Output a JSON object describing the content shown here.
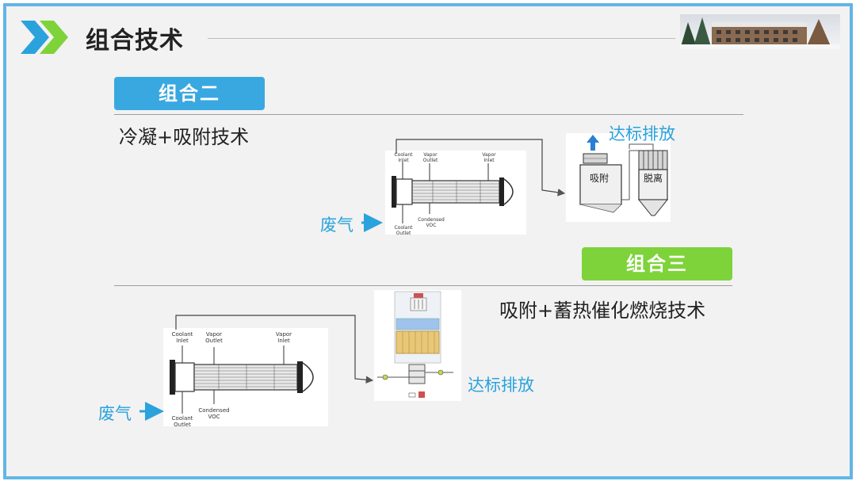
{
  "header": {
    "title": "组合技术"
  },
  "combo2": {
    "badge": "组合二",
    "subtitle": "冷凝+吸附技术",
    "waste_gas": "废气",
    "emission": "达标排放",
    "adsorb_label": "吸附",
    "desorb_label": "脱离"
  },
  "combo3": {
    "badge": "组合三",
    "subtitle": "吸附+蓄热催化燃烧技术",
    "waste_gas": "废气",
    "emission": "达标排放"
  },
  "condenser": {
    "coolant_inlet": "Coolant Inlet",
    "vapor_outlet": "Vapor Outlet",
    "vapor_inlet": "Vapor Inlet",
    "condensed_voc": "Condensed VOC",
    "coolant_outlet": "Coolant Outlet"
  },
  "colors": {
    "accent_blue": "#3aa8e0",
    "accent_green": "#7ed33a",
    "frame": "#62b6e6"
  }
}
